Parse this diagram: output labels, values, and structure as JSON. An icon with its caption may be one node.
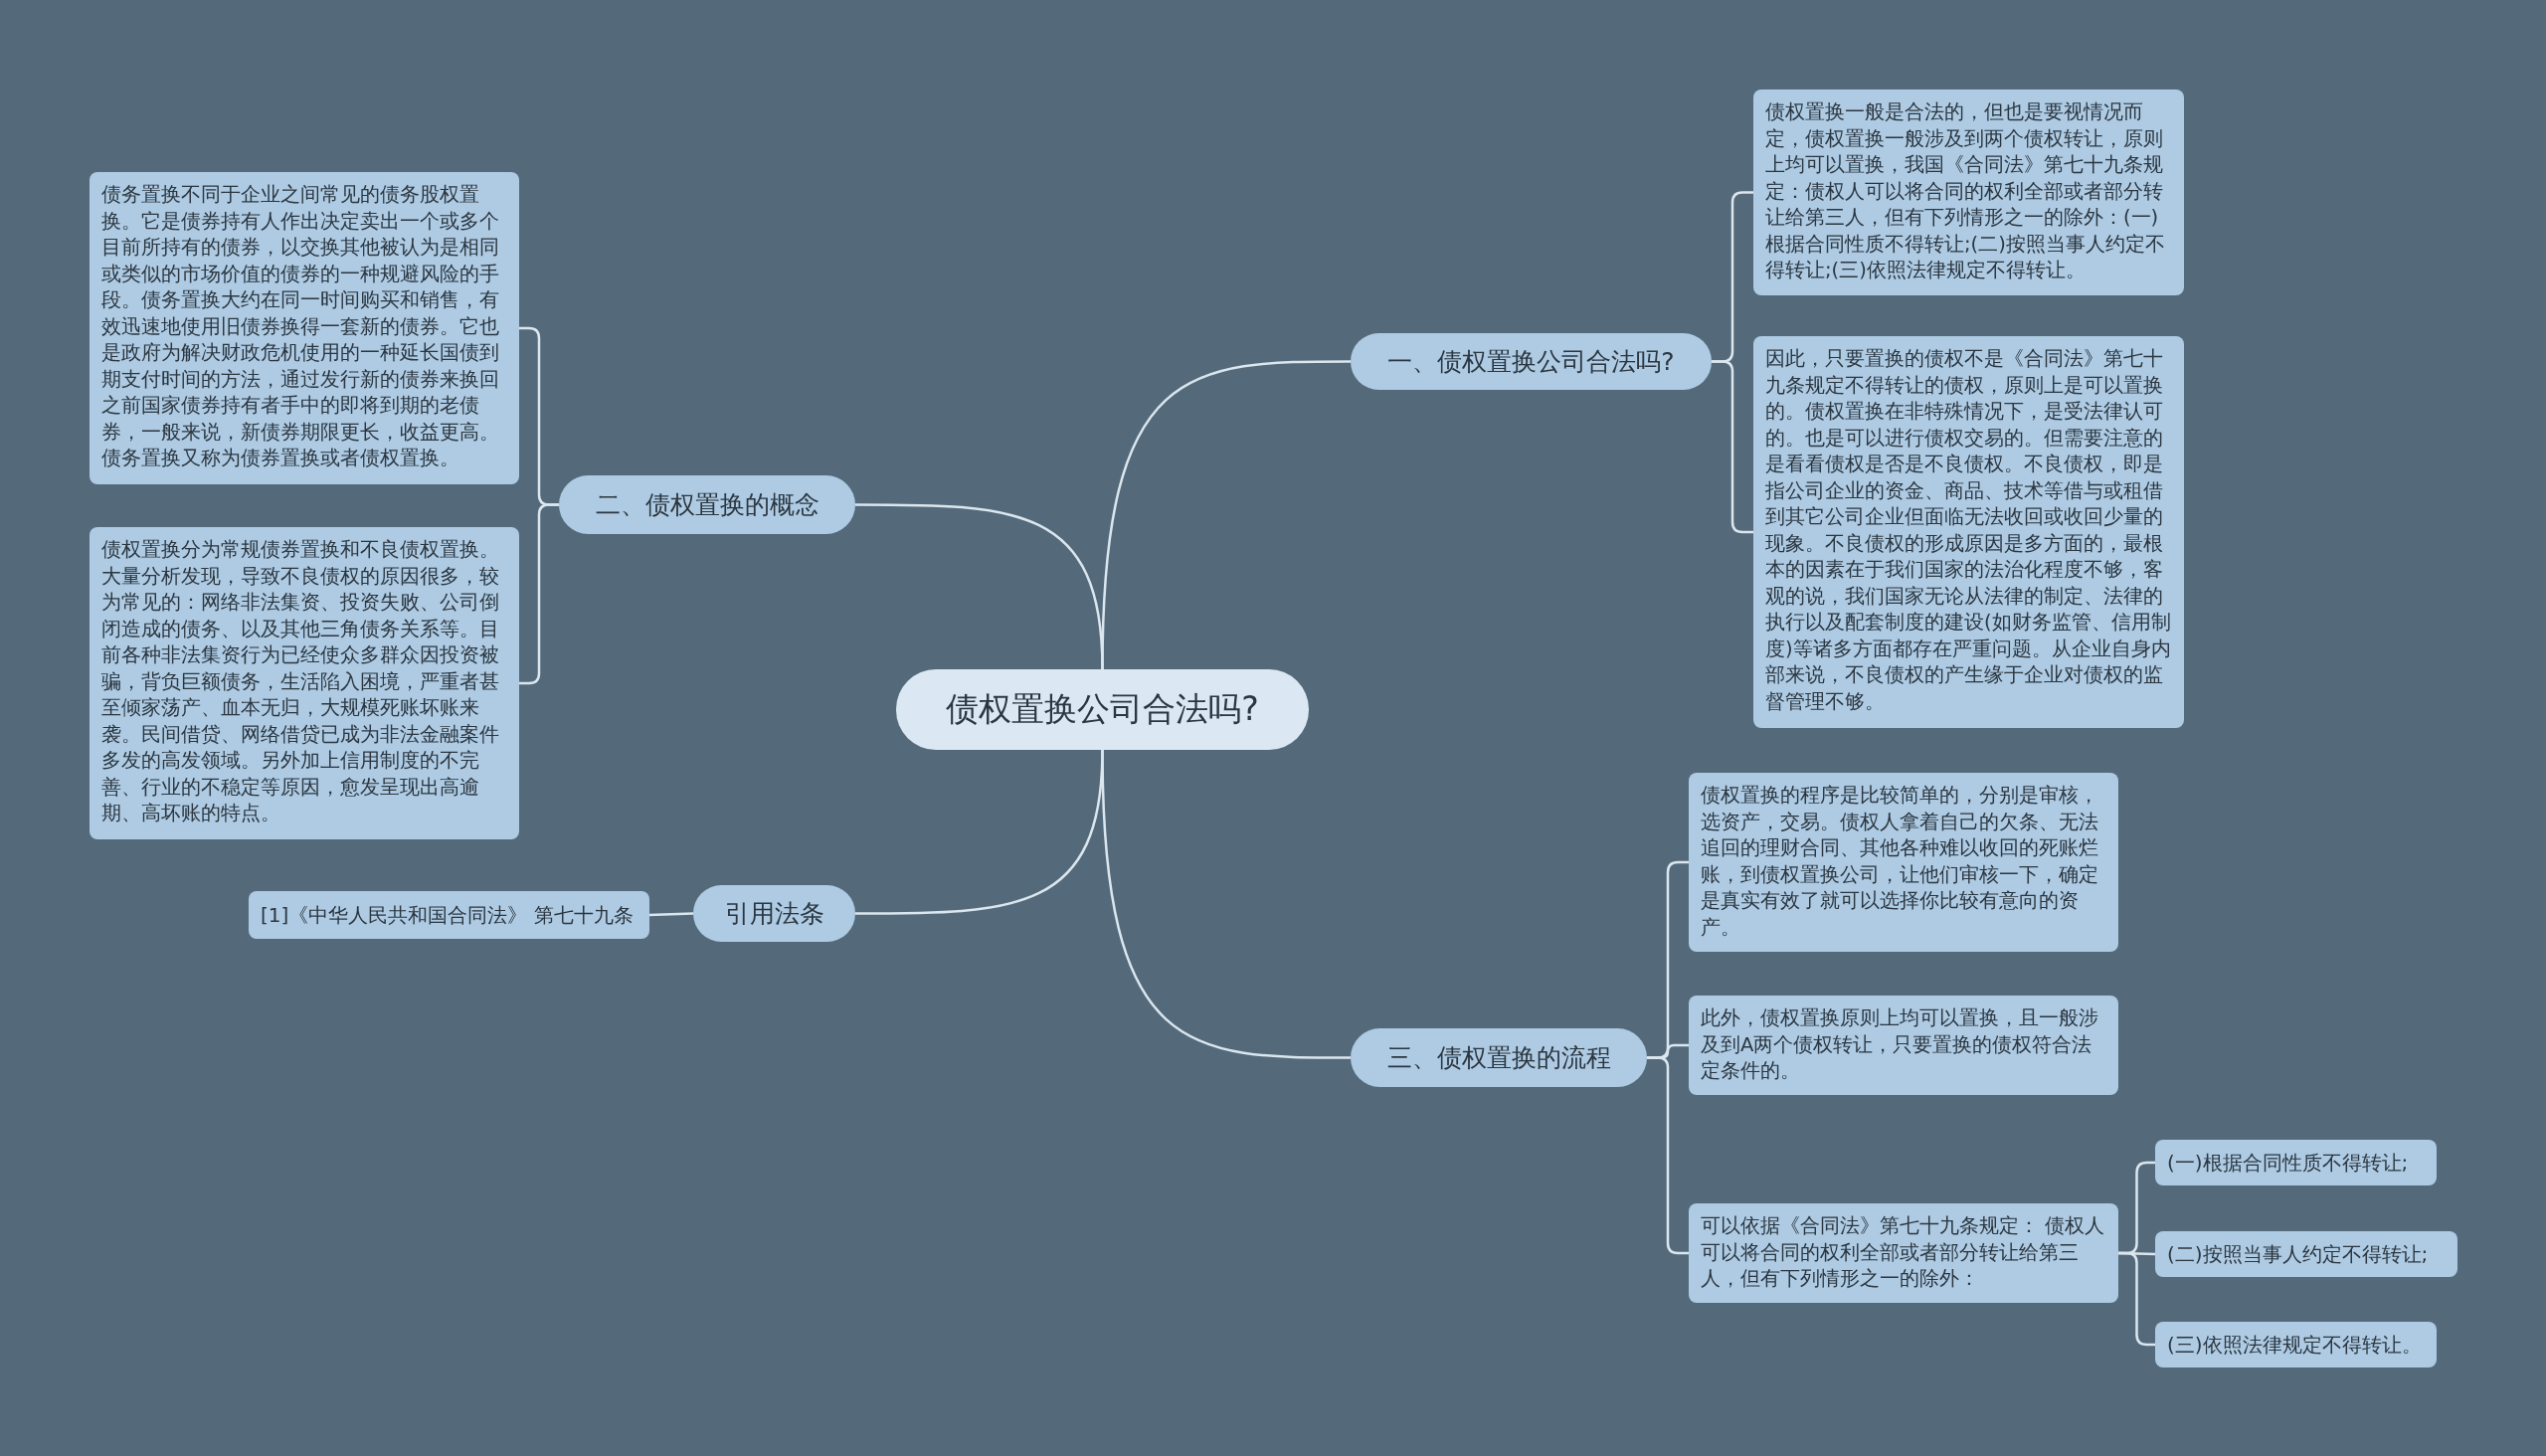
{
  "diagram": {
    "nodes": [
      {
        "text": [
          "债权置换公司合法吗?"
        ]
      },
      {
        "text": [
          "一、债权置换公司合法吗?"
        ]
      },
      {
        "text": [
          "债权置换一般是合法的，但也是要视情况而定，债权置换一般涉及到两个债权转让，原则上均可以置换，我国《合同法》第七十九条规定：债权人可以将合同的权利全部或者部分转让给第三人，但有下列情形之一的除外：(一)根据合同性质不得转让;(二)按照当事人约定不得转让;(三)依照法律规定不得转让。"
        ]
      },
      {
        "text": [
          "因此，只要置换的债权不是《合同法》第七十九条规定不得转让的债权，原则上是可以置换的。债权置换在非特殊情况下，是受法律认可的。也是可以进行债权交易的。但需要注意的是看看债权是否是不良债权。不良债权，即是指公司企业的资金、商品、技术等借与或租借到其它公司企业但面临无法收回或收回少量的现象。不良债权的形成原因是多方面的，最根本的因素在于我们国家的法治化程度不够，客观的说，我们国家无论从法律的制定、法律的执行以及配套制度的建设(如财务监管、信用制度)等诸多方面都存在严重问题。从企业自身内部来说，不良债权的产生缘于企业对债权的监督管理不够。"
        ]
      },
      {
        "text": [
          "二、债权置换的概念"
        ]
      },
      {
        "text": [
          "债务置换不同于企业之间常见的债务股权置换。它是债券持有人作出决定卖出一个或多个目前所持有的债券，以交换其他被认为是相同或类似的市场价值的债券的一种规避风险的手段。债务置换大约在同一时间购买和销售，有效迅速地使用旧债券换得一套新的债券。它也是政府为解决财政危机使用的一种延长国债到期支付时间的方法，通过发行新的债券来换回之前国家债券持有者手中的即将到期的老债券，一般来说，新债券期限更长，收益更高。债务置换又称为债券置换或者债权置换。"
        ]
      },
      {
        "text": [
          "债权置换分为常规债券置换和不良债权置换。大量分析发现，导致不良债权的原因很多，较为常见的：网络非法集资、投资失败、公司倒闭造成的债务、以及其他三角债务关系等。目前各种非法集资行为已经使众多群众因投资被骗，背负巨额债务，生活陷入困境，严重者甚至倾家荡产、血本无归，大规模死账坏账来袭。民间借贷、网络借贷已成为非法金融案件多发的高发领域。另外加上信用制度的不完善、行业的不稳定等原因，愈发呈现出高逾期、高坏账的特点。"
        ]
      },
      {
        "text": [
          "引用法条"
        ]
      },
      {
        "text": [
          "[1]《中华人民共和国合同法》 第七十九条"
        ]
      },
      {
        "text": [
          "三、债权置换的流程"
        ]
      },
      {
        "text": [
          "债权置换的程序是比较简单的，分别是审核，选资产，交易。债权人拿着自己的欠条、无法追回的理财合同、其他各种难以收回的死账烂账，到债权置换公司，让他们审核一下，确定是真实有效了就可以选择你比较有意向的资产。"
        ]
      },
      {
        "text": [
          "此外，债权置换原则上均可以置换，且一般涉及到A两个债权转让，只要置换的债权符合法定条件的。"
        ]
      },
      {
        "text": [
          "可以依据《合同法》第七十九条规定： 债权人可以将合同的权利全部或者部分转让给第三人，但有下列情形之一的除外："
        ]
      },
      {
        "text": [
          "(一)根据合同性质不得转让;"
        ]
      },
      {
        "text": [
          "(二)按照当事人约定不得转让;"
        ]
      },
      {
        "text": [
          "(三)依照法律规定不得转让。"
        ]
      }
    ],
    "edges": [
      {
        "from": 0,
        "to": 1,
        "arrow": "none"
      },
      {
        "from": 1,
        "to": 2,
        "arrow": "none"
      },
      {
        "from": 1,
        "to": 3,
        "arrow": "none"
      },
      {
        "from": 0,
        "to": 4,
        "arrow": "none"
      },
      {
        "from": 4,
        "to": 5,
        "arrow": "none"
      },
      {
        "from": 4,
        "to": 6,
        "arrow": "none"
      },
      {
        "from": 0,
        "to": 7,
        "arrow": "none"
      },
      {
        "from": 7,
        "to": 8,
        "arrow": "none"
      },
      {
        "from": 0,
        "to": 9,
        "arrow": "none"
      },
      {
        "from": 9,
        "to": 10,
        "arrow": "none"
      },
      {
        "from": 9,
        "to": 11,
        "arrow": "none"
      },
      {
        "from": 9,
        "to": 12,
        "arrow": "none"
      },
      {
        "from": 12,
        "to": 13,
        "arrow": "none"
      },
      {
        "from": 12,
        "to": 14,
        "arrow": "none"
      },
      {
        "from": 12,
        "to": 15,
        "arrow": "none"
      }
    ]
  }
}
